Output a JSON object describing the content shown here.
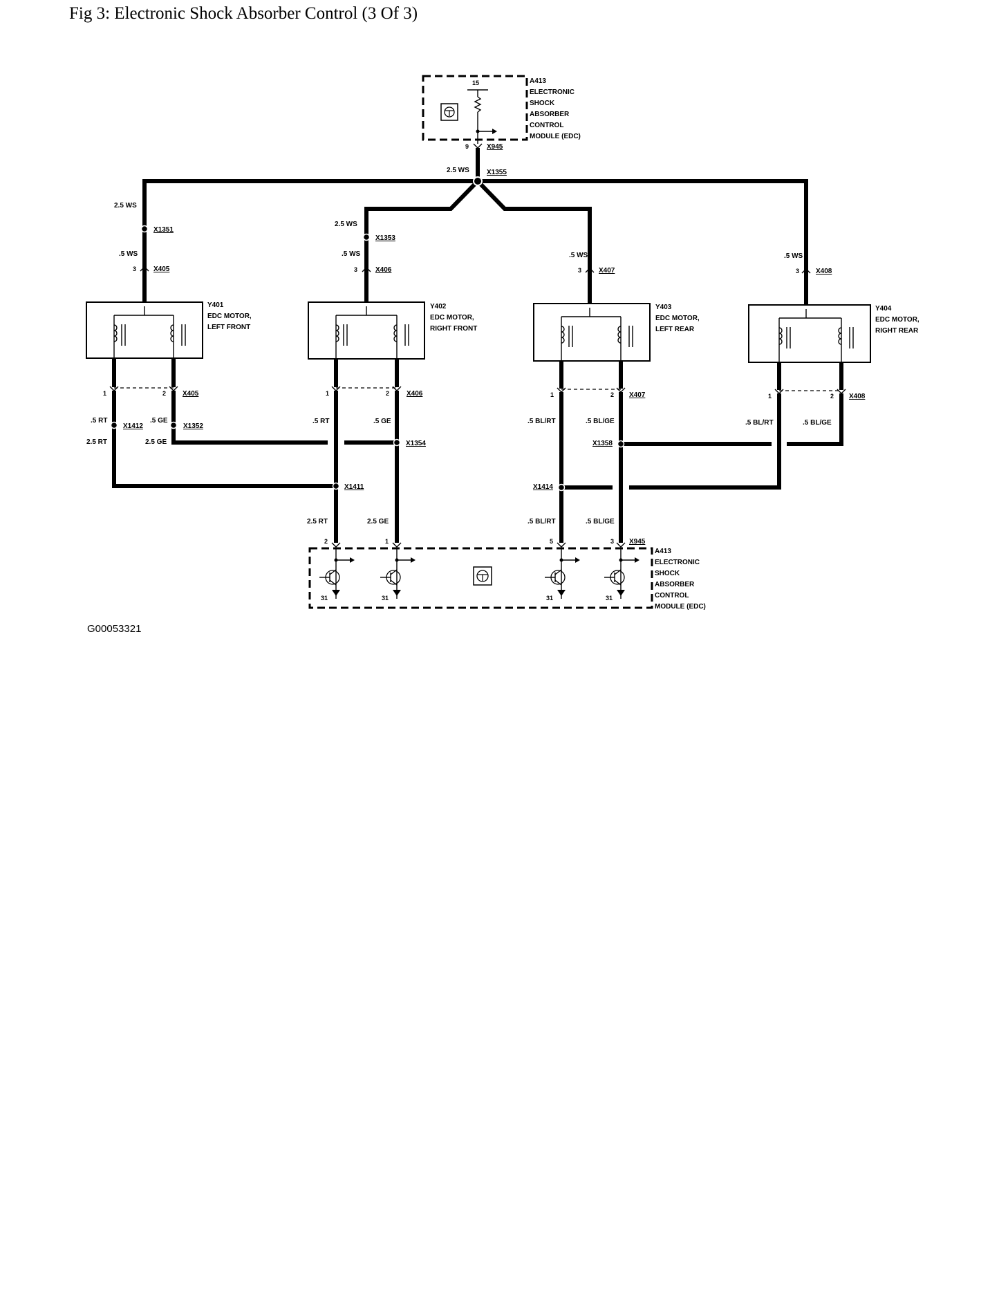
{
  "title": "Fig 3: Electronic Shock Absorber Control (3 Of 3)",
  "figure_code": "G00053321",
  "module_top": {
    "id": "A413",
    "name_lines": [
      "ELECTRONIC",
      "SHOCK",
      "ABSORBER",
      "CONTROL",
      "MODULE (EDC)"
    ],
    "terminal": "15",
    "pin": "9",
    "connector": "X945"
  },
  "module_bottom": {
    "id": "A413",
    "name_lines": [
      "ELECTRONIC",
      "SHOCK",
      "ABSORBER",
      "CONTROL",
      "MODULE (EDC)"
    ],
    "connector": "X945",
    "pins": [
      "2",
      "1",
      "5",
      "3"
    ],
    "grounds": [
      "31",
      "31",
      "31",
      "31"
    ]
  },
  "main_splice": {
    "id": "X1355",
    "wire": "2.5 WS"
  },
  "motors": [
    {
      "id": "Y401",
      "name_lines": [
        "EDC MOTOR,",
        "LEFT FRONT"
      ],
      "feed_wire": "2.5 WS",
      "splice": "X1351",
      "pigtail_wire": ".5 WS",
      "pin": "3",
      "connector": "X405",
      "pin1": "1",
      "pin2": "2"
    },
    {
      "id": "Y402",
      "name_lines": [
        "EDC MOTOR,",
        "RIGHT FRONT"
      ],
      "feed_wire": "2.5 WS",
      "splice": "X1353",
      "pigtail_wire": ".5 WS",
      "pin": "3",
      "connector": "X406",
      "pin1": "1",
      "pin2": "2"
    },
    {
      "id": "Y403",
      "name_lines": [
        "EDC MOTOR,",
        "LEFT REAR"
      ],
      "feed_wire": "",
      "splice": "",
      "pigtail_wire": ".5 WS",
      "pin": "3",
      "connector": "X407",
      "pin1": "1",
      "pin2": "2"
    },
    {
      "id": "Y404",
      "name_lines": [
        "EDC MOTOR,",
        "RIGHT REAR"
      ],
      "feed_wire": "",
      "splice": "",
      "pigtail_wire": ".5 WS",
      "pin": "3",
      "connector": "X408",
      "pin1": "1",
      "pin2": "2"
    }
  ],
  "lower_wiring": {
    "lf_wire1": ".5 RT",
    "lf_wire2": ".5 GE",
    "lf_splice1": "X1412",
    "lf_splice2": "X1352",
    "lf_trunk1": "2.5 RT",
    "lf_trunk2": "2.5 GE",
    "rf_wire1": ".5 RT",
    "rf_wire2": ".5 GE",
    "rf_splice2": "X1354",
    "rf_splice1": "X1411",
    "rf_trunk1": "2.5 RT",
    "rf_trunk2": "2.5 GE",
    "lr_wire1": ".5 BL/RT",
    "lr_wire2": ".5 BL/GE",
    "lr_splice2": "X1358",
    "lr_splice1": "X1414",
    "lr_trunk1": ".5 BL/RT",
    "lr_trunk2": ".5 BL/GE",
    "rr_wire1": ".5 BL/RT",
    "rr_wire2": ".5 BL/GE"
  }
}
